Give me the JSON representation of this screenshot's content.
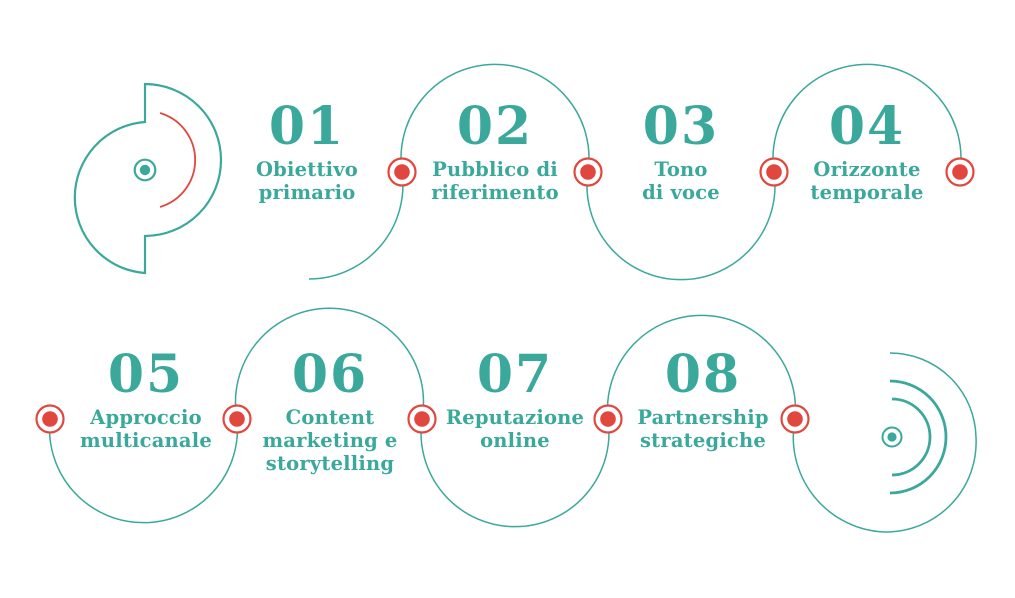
{
  "colors": {
    "teal": "#3AA89B",
    "red": "#E0483F",
    "background": "#FFFFFF"
  },
  "ornaments": {
    "left": "split-circle-bullseye-icon",
    "right": "ripple-bullseye-icon"
  },
  "steps": [
    {
      "number": "01",
      "label_lines": [
        "Obiettivo",
        "primario"
      ]
    },
    {
      "number": "02",
      "label_lines": [
        "Pubblico di",
        "riferimento"
      ]
    },
    {
      "number": "03",
      "label_lines": [
        "Tono",
        "di voce"
      ]
    },
    {
      "number": "04",
      "label_lines": [
        "Orizzonte",
        "temporale"
      ]
    },
    {
      "number": "05",
      "label_lines": [
        "Approccio",
        "multicanale"
      ]
    },
    {
      "number": "06",
      "label_lines": [
        "Content",
        "marketing e",
        "storytelling"
      ]
    },
    {
      "number": "07",
      "label_lines": [
        "Reputazione",
        "online"
      ]
    },
    {
      "number": "08",
      "label_lines": [
        "Partnership",
        "strategiche"
      ]
    }
  ]
}
